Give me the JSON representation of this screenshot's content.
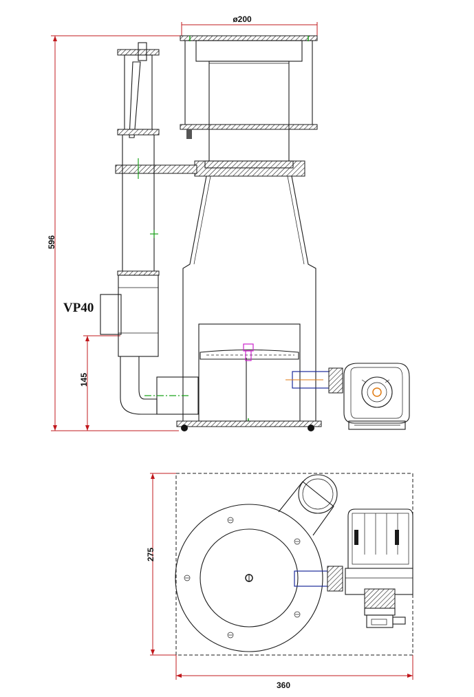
{
  "labels": {
    "pump_model": "VP40"
  },
  "dimensions": {
    "top_diameter": "ø200",
    "total_height": "596",
    "inlet_height": "145",
    "base_depth": "275",
    "base_width": "360"
  },
  "colors": {
    "line": "#1a1a1a",
    "dimension_line": "#c0181c",
    "centerline": "#1aa31a",
    "pipe_blue": "#1a2a9a",
    "inlet_orange": "#e07a10",
    "valve_magenta": "#cc22cc"
  }
}
